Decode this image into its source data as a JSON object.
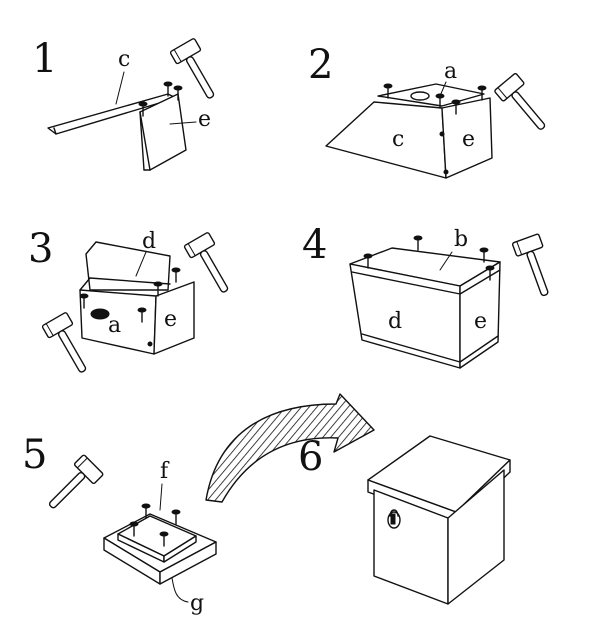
{
  "steps": {
    "s1": {
      "number": "1",
      "labels": {
        "c": "c",
        "e": "e"
      }
    },
    "s2": {
      "number": "2",
      "labels": {
        "a": "a",
        "c": "c",
        "e": "e"
      }
    },
    "s3": {
      "number": "3",
      "labels": {
        "d": "d",
        "a": "a",
        "e": "e"
      }
    },
    "s4": {
      "number": "4",
      "labels": {
        "b": "b",
        "d": "d",
        "e": "e"
      }
    },
    "s5": {
      "number": "5",
      "labels": {
        "f": "f",
        "g": "g"
      }
    },
    "s6": {
      "number": "6"
    }
  },
  "icons": [
    "hammer-icon",
    "nail-icon",
    "curved-arrow-icon",
    "entrance-hole-icon"
  ],
  "colors": {
    "ink": "#111111",
    "paper": "#ffffff"
  }
}
